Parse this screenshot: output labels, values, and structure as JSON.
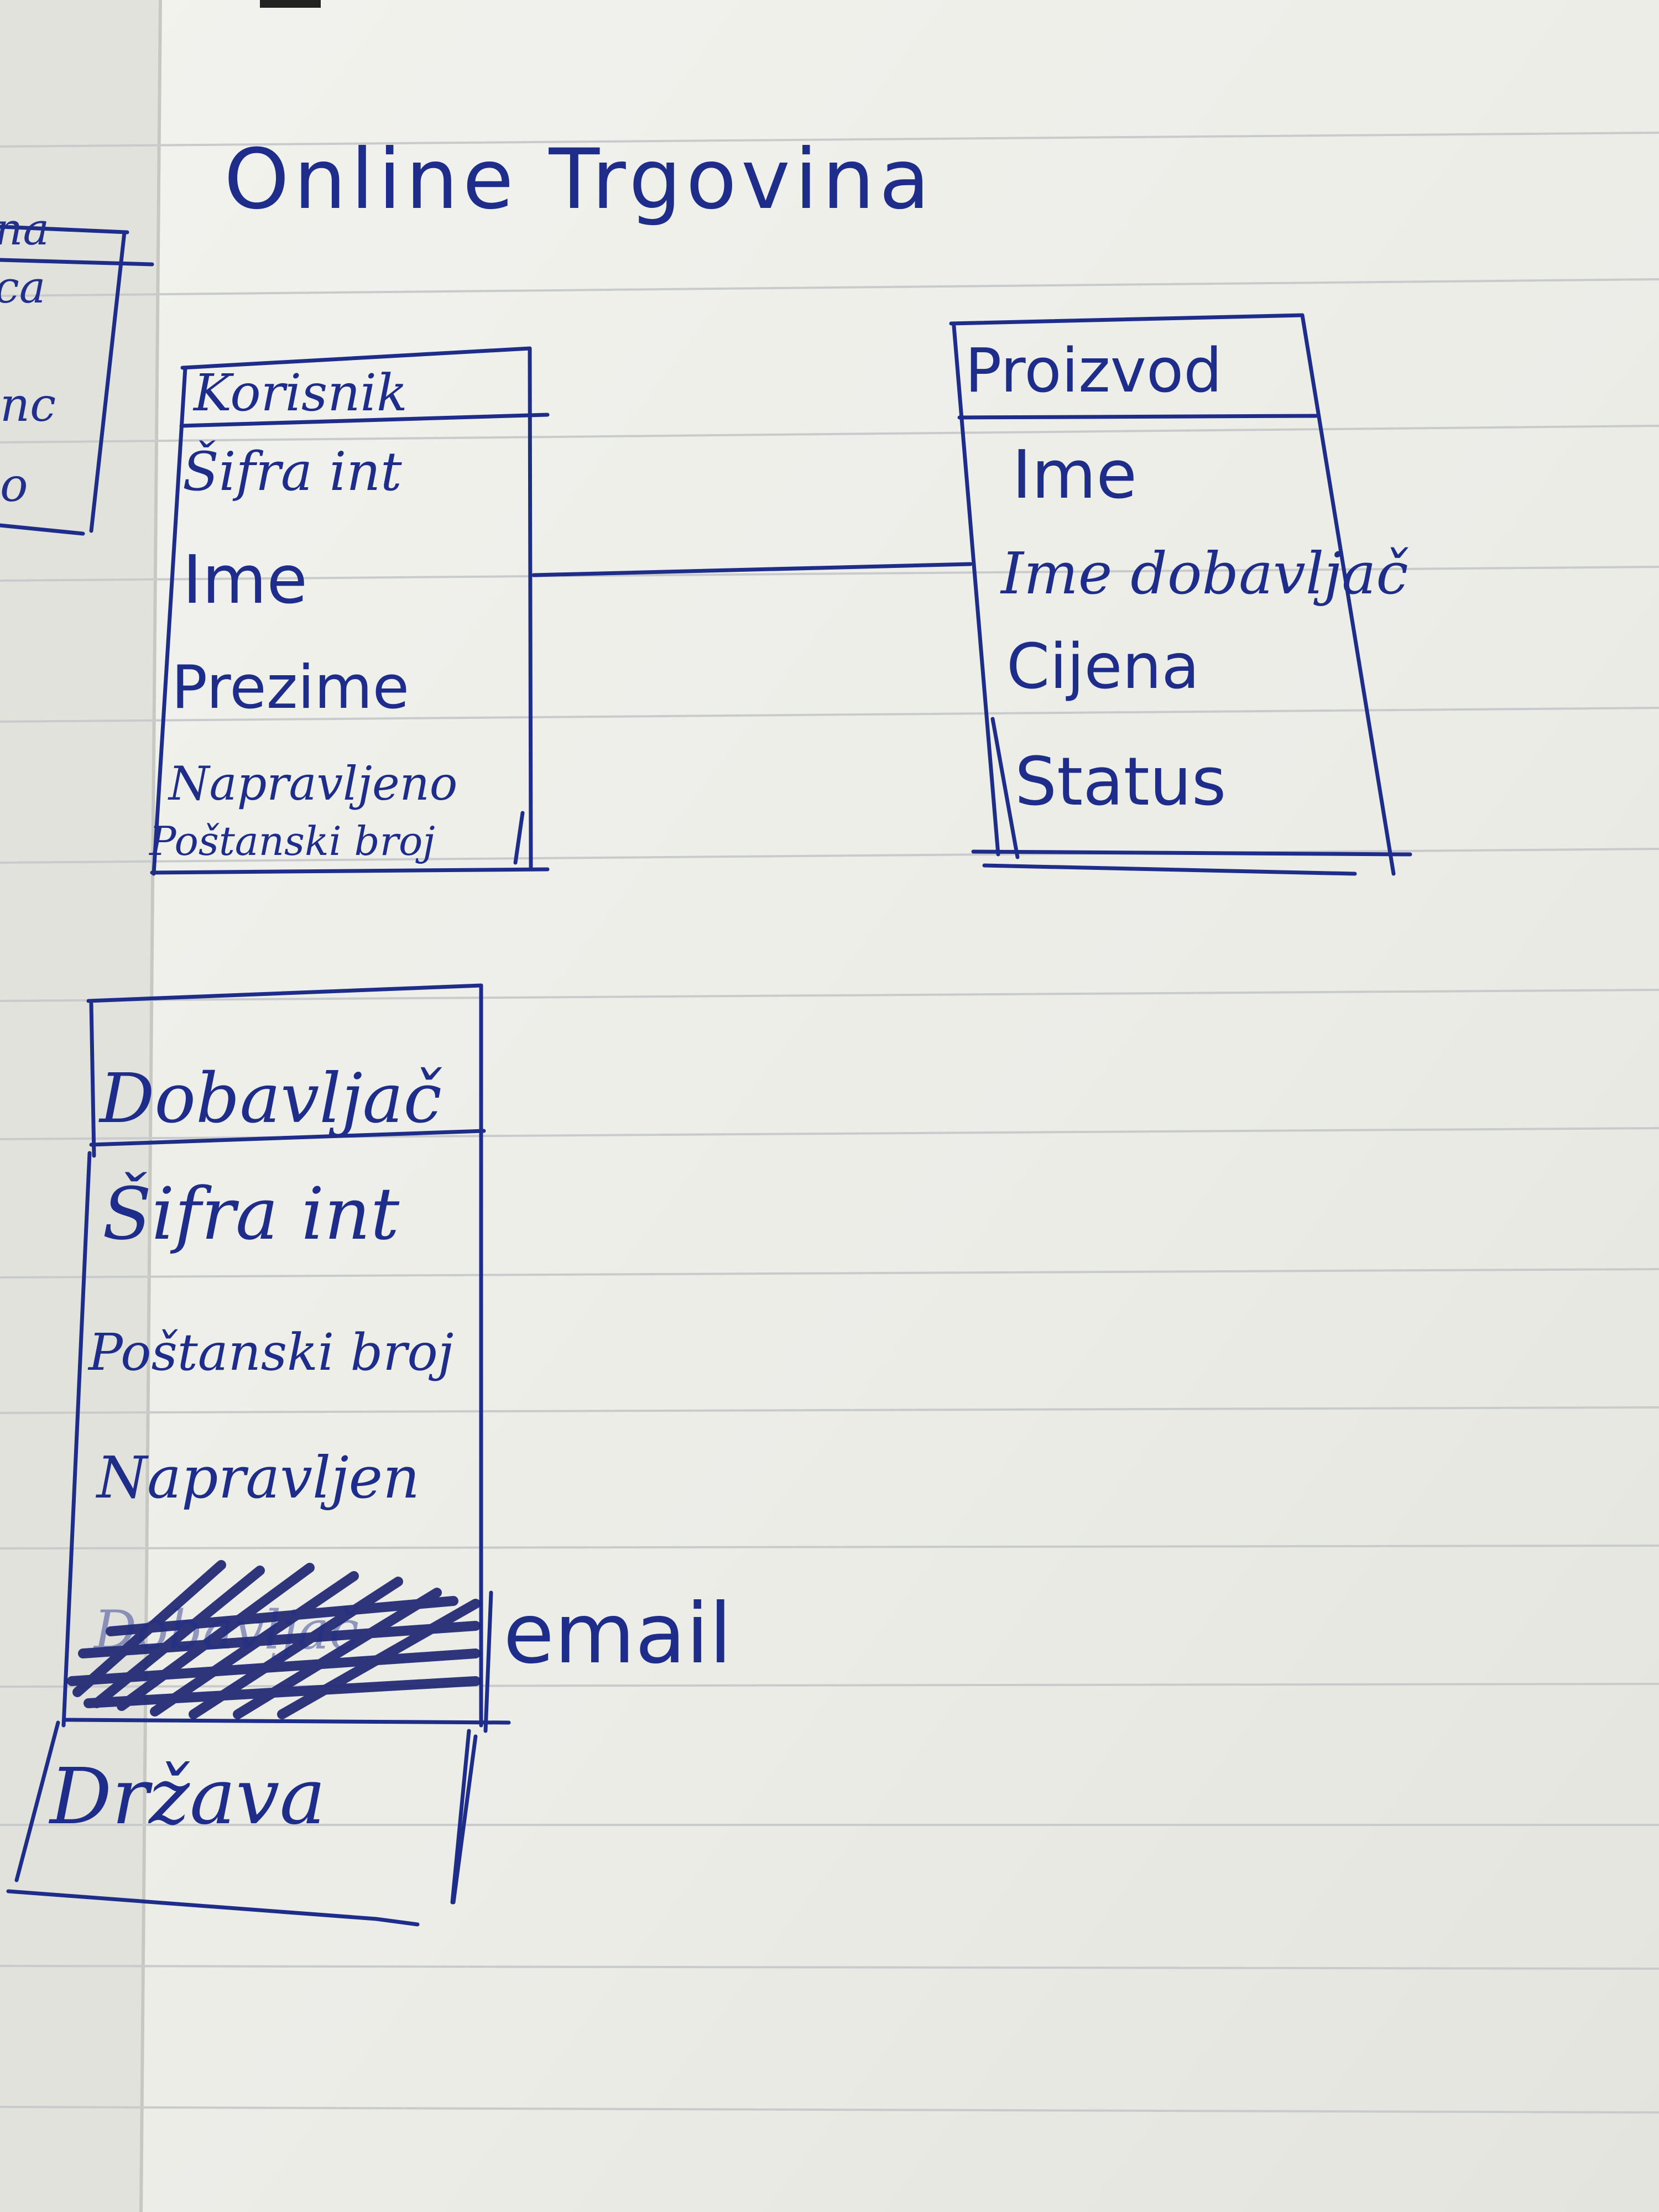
{
  "diagram": {
    "title": "Online Trgovina",
    "entities": [
      {
        "name": "Korisnik",
        "attributes": [
          "Šifra int",
          "Ime",
          "Prezime",
          "Napravljeno",
          "Poštanski broj"
        ]
      },
      {
        "name": "Proizvod",
        "attributes": [
          "Ime",
          "Ime dobavljač",
          "Cijena",
          "Status"
        ]
      },
      {
        "name": "Dobavljač",
        "attributes": [
          "Šifra int",
          "Poštanski broj",
          "Napravljen",
          "email"
        ]
      },
      {
        "name": "Država",
        "attributes": []
      }
    ],
    "relationships": [
      {
        "from": "Korisnik",
        "to": "Proizvod"
      }
    ],
    "scratched_out_attribute": "Dobavljač",
    "margin_fragments": [
      "na",
      "ca",
      "nc",
      "o"
    ]
  },
  "colors": {
    "ink": "#1f2d8a",
    "paper": "#efefea",
    "rule": "#c9cacc"
  }
}
